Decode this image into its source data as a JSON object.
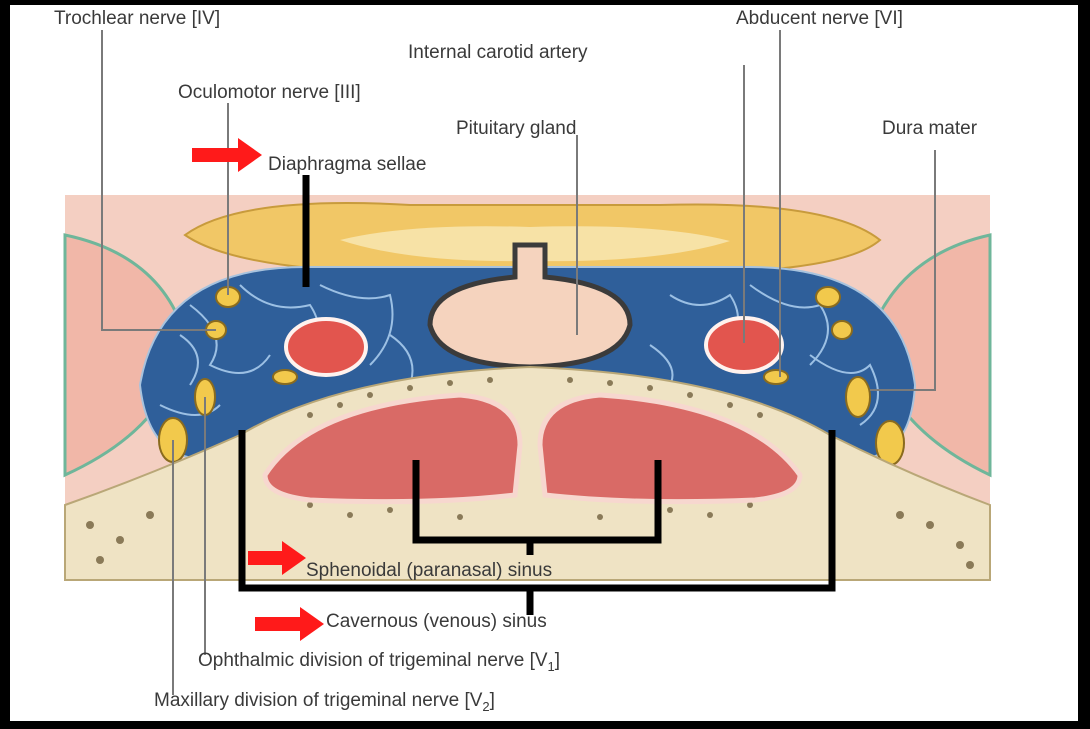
{
  "labels": {
    "trochlear": "Trochlear nerve [IV]",
    "abducent": "Abducent nerve  [VI]",
    "internal_carotid": "Internal carotid artery",
    "oculomotor": "Oculomotor nerve [III]",
    "pituitary": "Pituitary gland",
    "dura": "Dura mater",
    "diaphragma": "Diaphragma sellae",
    "sphenoidal": "Sphenoidal (paranasal) sinus",
    "cavernous": "Cavernous (venous) sinus",
    "ophthalmic_main": "Ophthalmic division of trigeminal nerve [V",
    "ophthalmic_sub": "1",
    "ophthalmic_end": "]",
    "maxillary_main": "Maxillary division of trigeminal nerve [V",
    "maxillary_sub": "2",
    "maxillary_end": "]"
  },
  "colors": {
    "background_pink": "#f3c9bb",
    "venous_blue": "#2f5f9a",
    "nerve_yellow": "#f2c94c",
    "artery_red": "#e0504a",
    "sinus_red": "#d96a66",
    "bone_beige": "#efe3c4",
    "arrow_red": "#ff1a1a"
  }
}
